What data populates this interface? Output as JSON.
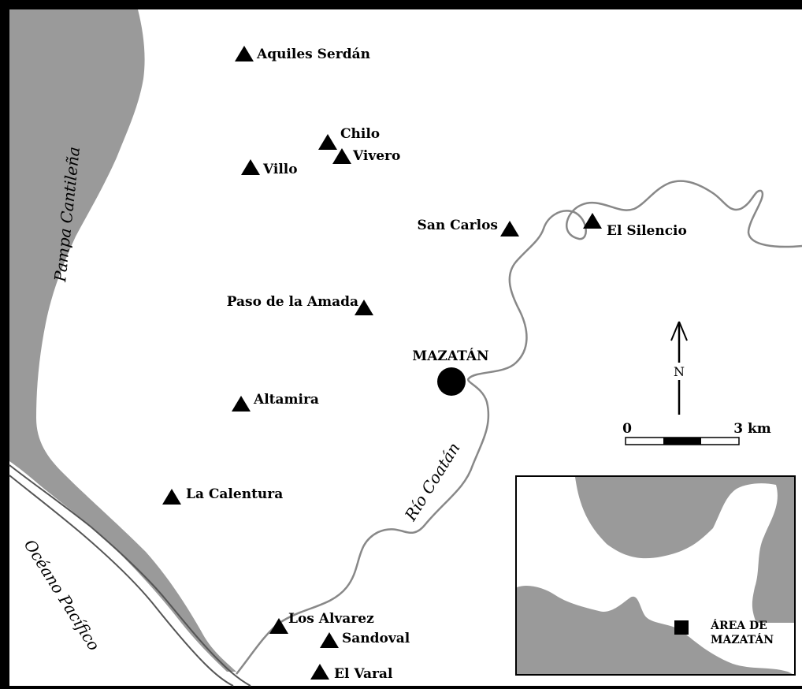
{
  "colors": {
    "land": "#ffffff",
    "shaded_area": "#9a9a9a",
    "frame": "#000000",
    "river": "#9a9a9a"
  },
  "regions": {
    "lagoon": "Pampa Cantileña",
    "ocean": "Océano Pacífico",
    "river": "Río Coatán"
  },
  "town": {
    "name": "MAZATÁN",
    "symbol": "circle-icon"
  },
  "sites": [
    {
      "name": "Aquiles Serdán"
    },
    {
      "name": "Chilo"
    },
    {
      "name": "Vivero"
    },
    {
      "name": "Villo"
    },
    {
      "name": "San Carlos"
    },
    {
      "name": "El Silencio"
    },
    {
      "name": "Paso de la Amada"
    },
    {
      "name": "Altamira"
    },
    {
      "name": "La Calentura"
    },
    {
      "name": "Los Alvarez"
    },
    {
      "name": "Sandoval"
    },
    {
      "name": "El Varal"
    }
  ],
  "north_arrow": {
    "label": "N"
  },
  "scale_bar": {
    "start": "0",
    "end": "3 km"
  },
  "inset": {
    "label_line1": "ÁREA DE",
    "label_line2": "MAZATÁN"
  }
}
